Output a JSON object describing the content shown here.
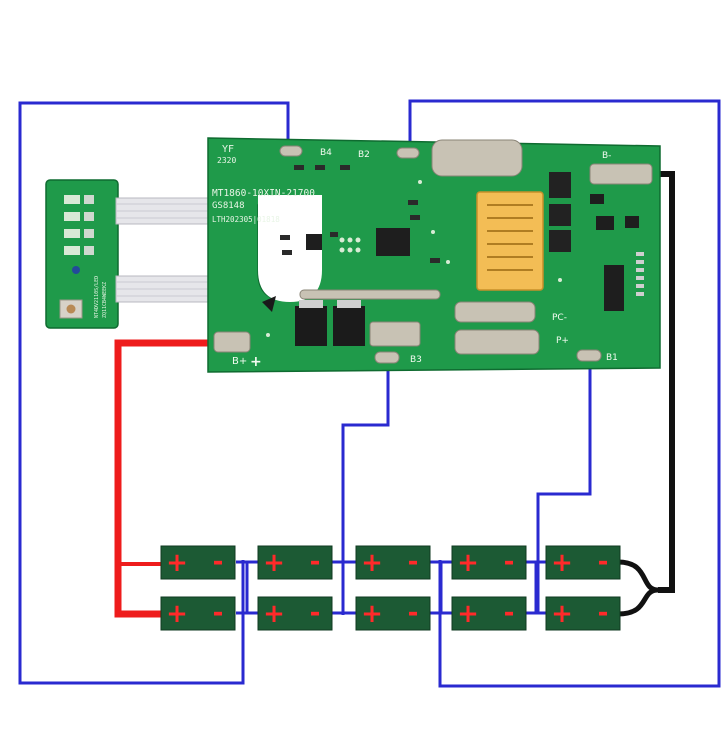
{
  "board": {
    "code_yf": "YF",
    "code_2320": "2320",
    "model": "MT1860-10XIN-21700",
    "gs": "GS8148",
    "lot": "LTH202305|01818",
    "pad_b4": "B4",
    "pad_b2": "B2",
    "pad_b3": "B3",
    "pad_b1": "B1",
    "pad_bplus": "B+",
    "pad_bminus": "B-",
    "pad_pc": "PC-",
    "pad_pplus": "P+",
    "plus_mark": "+"
  },
  "led_board": {
    "lines": [
      "NT4DV2110S/LED",
      "ZQ11CB4WEEKZ"
    ]
  },
  "cells": {
    "plus": "+",
    "minus": "-"
  },
  "colors": {
    "pcb": "#1f9a4a",
    "cell": "#1c5a34",
    "wire_blue": "#2a2ad0",
    "wire_red": "#ee1c1c",
    "wire_black": "#111111"
  }
}
